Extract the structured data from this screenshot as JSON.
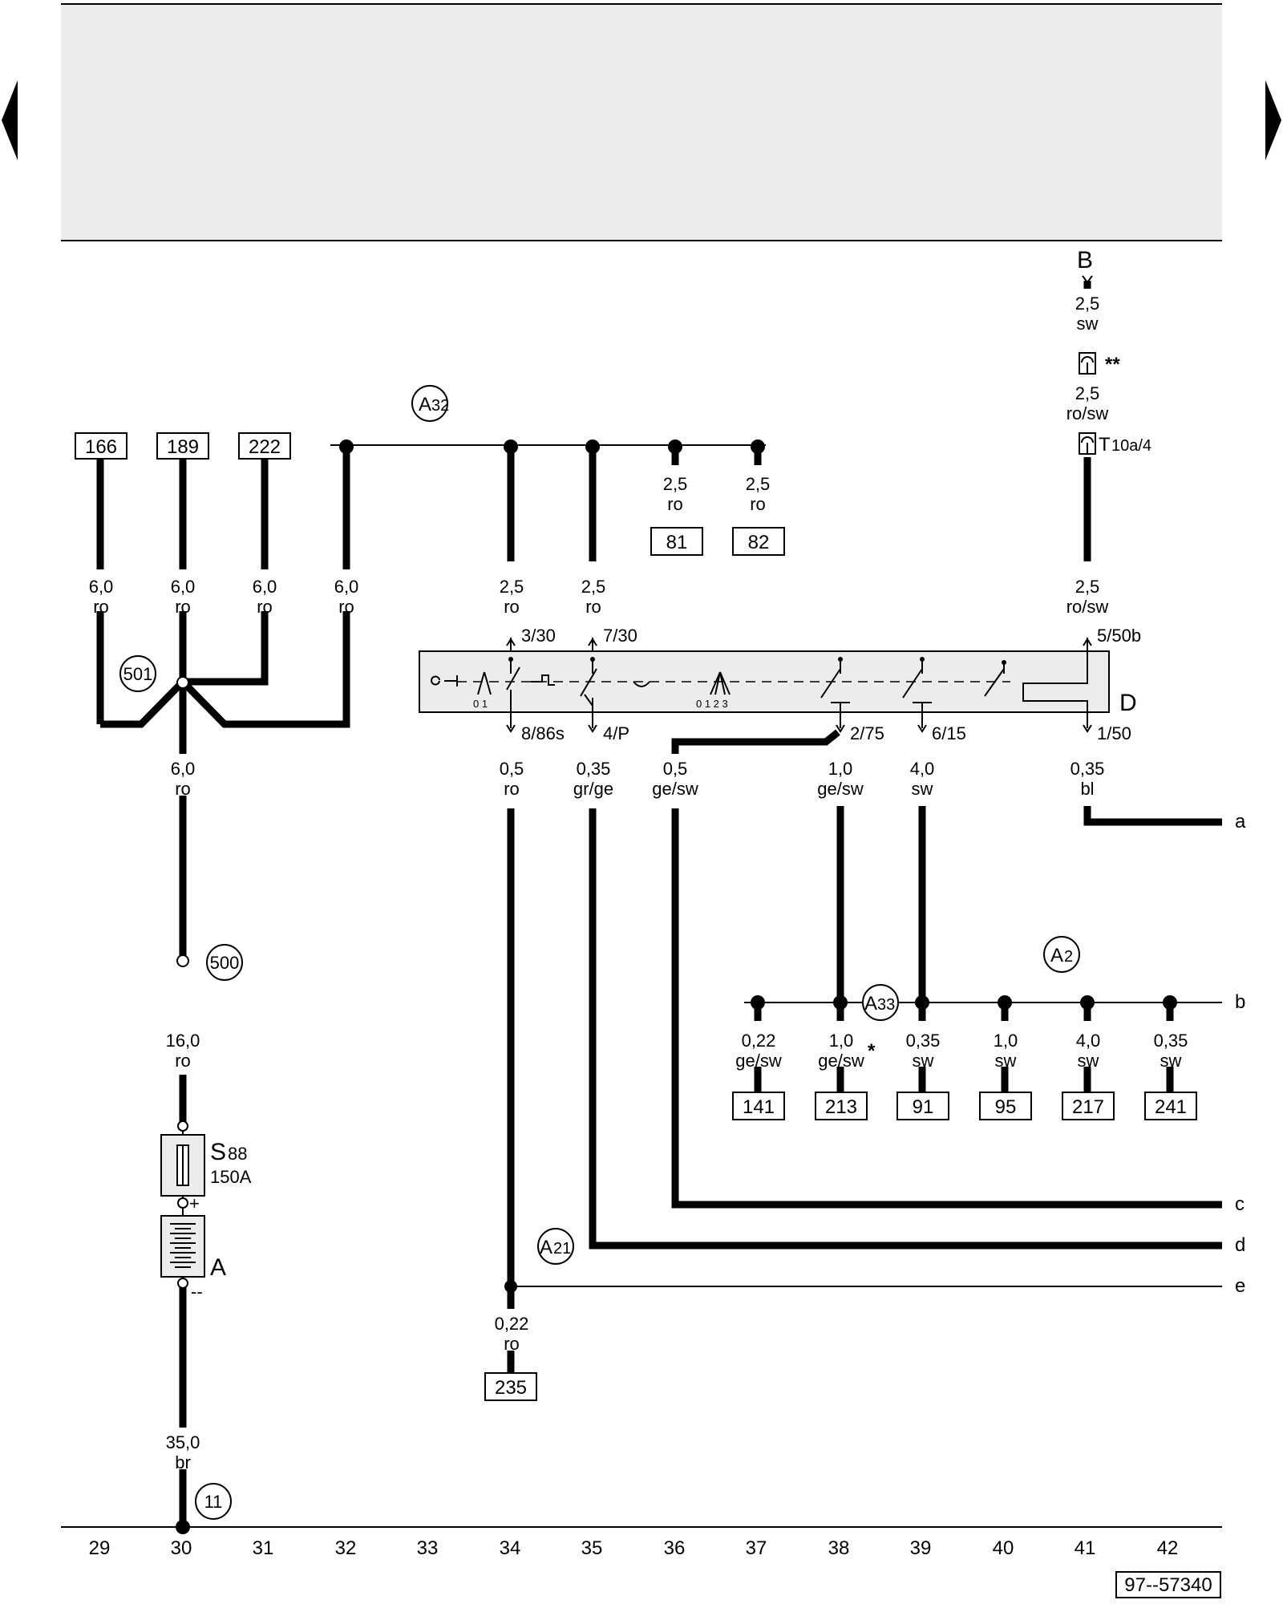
{
  "header": {
    "prev_label": "",
    "next_label": ""
  },
  "columns": [
    "29",
    "30",
    "31",
    "32",
    "33",
    "34",
    "35",
    "36",
    "37",
    "38",
    "39",
    "40",
    "41",
    "42"
  ],
  "footer": {
    "code": "97--57340"
  },
  "refs": {
    "r166": "166",
    "r189": "189",
    "r222": "222",
    "r81": "81",
    "r82": "82",
    "r235": "235",
    "r141": "141",
    "r213": "213",
    "r91": "91",
    "r95": "95",
    "r217": "217",
    "r241": "241"
  },
  "circles": {
    "c501": "501",
    "c500": "500",
    "c11": "11",
    "a32_main": "A",
    "a32_sub": "32",
    "a2_main": "A",
    "a2_sub": "2",
    "a33_main": "A",
    "a33_sub": "33",
    "a21_main": "A",
    "a21_sub": "21"
  },
  "wires": {
    "w166": {
      "size": "6,0",
      "color": "ro"
    },
    "w189": {
      "size": "6,0",
      "color": "ro"
    },
    "w222": {
      "size": "6,0",
      "color": "ro"
    },
    "w32": {
      "size": "6,0",
      "color": "ro"
    },
    "w30a": {
      "size": "6,0",
      "color": "ro"
    },
    "w30b": {
      "size": "16,0",
      "color": "ro"
    },
    "w30c": {
      "size": "35,0",
      "color": "br"
    },
    "w34a": {
      "size": "2,5",
      "color": "ro"
    },
    "w35a": {
      "size": "2,5",
      "color": "ro"
    },
    "w81": {
      "size": "2,5",
      "color": "ro"
    },
    "w82": {
      "size": "2,5",
      "color": "ro"
    },
    "wB": {
      "size": "2,5",
      "color": "sw"
    },
    "wB2": {
      "size": "2,5",
      "color": "ro/sw"
    },
    "wB3": {
      "size": "2,5",
      "color": "ro/sw"
    },
    "w34b": {
      "size": "0,5",
      "color": "ro"
    },
    "w35b": {
      "size": "0,35",
      "color": "gr/ge"
    },
    "w36b": {
      "size": "0,5",
      "color": "ge/sw"
    },
    "w38b": {
      "size": "1,0",
      "color": "ge/sw"
    },
    "w39b": {
      "size": "4,0",
      "color": "sw"
    },
    "w41b": {
      "size": "0,35",
      "color": "bl"
    },
    "w34c": {
      "size": "0,22",
      "color": "ro"
    },
    "w141": {
      "size": "0,22",
      "color": "ge/sw"
    },
    "w213": {
      "size": "1,0",
      "color": "ge/sw"
    },
    "w91": {
      "size": "0,35",
      "color": "sw"
    },
    "w95": {
      "size": "1,0",
      "color": "sw"
    },
    "w217": {
      "size": "4,0",
      "color": "sw"
    },
    "w241": {
      "size": "0,35",
      "color": "sw"
    }
  },
  "pins": {
    "p330": "3/30",
    "p730": "7/30",
    "p550b": "5/50b",
    "p886s": "8/86s",
    "p4P": "4/P",
    "p275": "2/75",
    "p615": "6/15",
    "p150": "1/50"
  },
  "components": {
    "B": "B",
    "star2": "**",
    "star1": "*",
    "T_main": "T",
    "T_sub": "10a/4",
    "D": "D",
    "S_main": "S",
    "S_sub": "88",
    "S_rating": "150A",
    "A": "A",
    "plus": "+",
    "minus": "--",
    "sw_01": "0 1",
    "sw_0123": "0 1 2 3"
  },
  "edges": {
    "a": "a",
    "b": "b",
    "c": "c",
    "d": "d",
    "e": "e"
  }
}
